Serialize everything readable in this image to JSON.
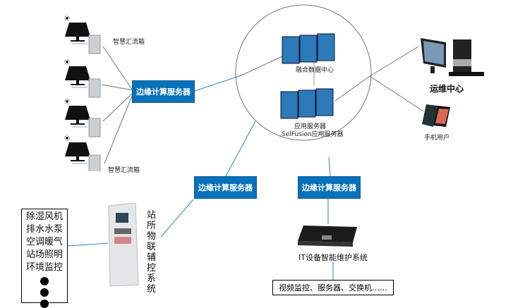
{
  "diagram": {
    "solar_units": [
      {
        "label": "智慧汇流箱"
      },
      {
        "label": ""
      },
      {
        "label": ""
      },
      {
        "label": "智慧汇流箱"
      }
    ],
    "edge_servers": [
      {
        "label": "边缘计算服务器"
      },
      {
        "label": "边缘计算服务器"
      },
      {
        "label": "边缘计算服务器"
      }
    ],
    "cloud": {
      "data_center_label": "融合数据中心",
      "app_server_label_1": "应用服务器",
      "app_server_label_2": "SelFusion应用服务器"
    },
    "clients": {
      "ops_center_label": "运维中心",
      "mobile_label": "手机用户"
    },
    "station": {
      "system_label": "站所物联辅控系统",
      "subsystems": [
        "除湿风机",
        "排水水泵",
        "空调暖气",
        "站场照明",
        "环境监控"
      ],
      "ellipsis_dots": 3
    },
    "it_system": {
      "label": "IT设备智能维护系统",
      "devices_label": "视频监控、服务器、交换机……"
    },
    "colors": {
      "edge_box": "#0772b9",
      "link_blue": "#2a84c6",
      "link_gray": "#777777"
    }
  }
}
